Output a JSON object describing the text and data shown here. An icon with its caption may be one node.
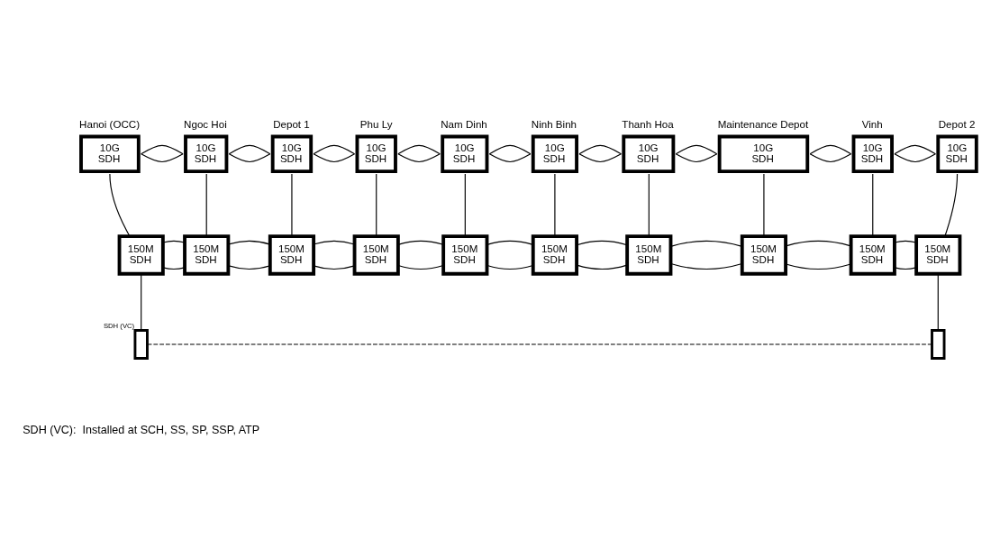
{
  "diagram": {
    "nodes": [
      {
        "text": [
          "Hanoi (OCC)",
          "10G SDH"
        ]
      },
      {
        "text": [
          "Ngoc Hoi",
          "10G SDH"
        ]
      },
      {
        "text": [
          "Depot 1",
          "10G SDH"
        ]
      },
      {
        "text": [
          "Phu Ly",
          "10G SDH"
        ]
      },
      {
        "text": [
          "Nam Dinh",
          "10G SDH"
        ]
      },
      {
        "text": [
          "Ninh Binh",
          "10G SDH"
        ]
      },
      {
        "text": [
          "Thanh Hoa",
          "10G SDH"
        ]
      },
      {
        "text": [
          "Maintenance Depot",
          "10G SDH"
        ]
      },
      {
        "text": [
          "Vinh",
          "10G SDH"
        ]
      },
      {
        "text": [
          "Depot 2",
          "10G SDH"
        ]
      },
      {
        "text": [
          "150M SDH"
        ]
      },
      {
        "text": [
          "150M SDH"
        ]
      },
      {
        "text": [
          "150M SDH"
        ]
      },
      {
        "text": [
          "150M SDH"
        ]
      },
      {
        "text": [
          "150M SDH"
        ]
      },
      {
        "text": [
          "150M SDH"
        ]
      },
      {
        "text": [
          "150M SDH"
        ]
      },
      {
        "text": [
          "150M SDH"
        ]
      },
      {
        "text": [
          "150M SDH"
        ]
      },
      {
        "text": [
          "150M SDH"
        ]
      },
      {
        "text": [],
        "shape": "box",
        "beside": [
          "SDH (VC)"
        ]
      },
      {
        "text": [],
        "shape": "box"
      }
    ],
    "edges": [
      {
        "from": 0,
        "to": 1,
        "arrow": "none"
      },
      {
        "from": 0,
        "to": 1,
        "arrow": "none"
      },
      {
        "from": 1,
        "to": 2,
        "arrow": "none"
      },
      {
        "from": 1,
        "to": 2,
        "arrow": "none"
      },
      {
        "from": 2,
        "to": 3,
        "arrow": "none"
      },
      {
        "from": 2,
        "to": 3,
        "arrow": "none"
      },
      {
        "from": 3,
        "to": 4,
        "arrow": "none"
      },
      {
        "from": 3,
        "to": 4,
        "arrow": "none"
      },
      {
        "from": 4,
        "to": 5,
        "arrow": "none"
      },
      {
        "from": 4,
        "to": 5,
        "arrow": "none"
      },
      {
        "from": 5,
        "to": 6,
        "arrow": "none"
      },
      {
        "from": 5,
        "to": 6,
        "arrow": "none"
      },
      {
        "from": 6,
        "to": 7,
        "arrow": "none"
      },
      {
        "from": 6,
        "to": 7,
        "arrow": "none"
      },
      {
        "from": 7,
        "to": 8,
        "arrow": "none"
      },
      {
        "from": 7,
        "to": 8,
        "arrow": "none"
      },
      {
        "from": 8,
        "to": 9,
        "arrow": "none"
      },
      {
        "from": 8,
        "to": 9,
        "arrow": "none"
      },
      {
        "from": 0,
        "to": 10,
        "arrow": "none"
      },
      {
        "from": 1,
        "to": 11,
        "arrow": "none"
      },
      {
        "from": 2,
        "to": 12,
        "arrow": "none"
      },
      {
        "from": 3,
        "to": 13,
        "arrow": "none"
      },
      {
        "from": 4,
        "to": 14,
        "arrow": "none"
      },
      {
        "from": 5,
        "to": 15,
        "arrow": "none"
      },
      {
        "from": 6,
        "to": 16,
        "arrow": "none"
      },
      {
        "from": 7,
        "to": 17,
        "arrow": "none"
      },
      {
        "from": 8,
        "to": 18,
        "arrow": "none"
      },
      {
        "from": 9,
        "to": 19,
        "arrow": "none"
      },
      {
        "from": 10,
        "to": 11,
        "arrow": "none"
      },
      {
        "from": 10,
        "to": 11,
        "arrow": "none"
      },
      {
        "from": 11,
        "to": 12,
        "arrow": "none"
      },
      {
        "from": 11,
        "to": 12,
        "arrow": "none"
      },
      {
        "from": 12,
        "to": 13,
        "arrow": "none"
      },
      {
        "from": 12,
        "to": 13,
        "arrow": "none"
      },
      {
        "from": 13,
        "to": 14,
        "arrow": "none"
      },
      {
        "from": 13,
        "to": 14,
        "arrow": "none"
      },
      {
        "from": 14,
        "to": 15,
        "arrow": "none"
      },
      {
        "from": 14,
        "to": 15,
        "arrow": "none"
      },
      {
        "from": 15,
        "to": 16,
        "arrow": "none"
      },
      {
        "from": 15,
        "to": 16,
        "arrow": "none"
      },
      {
        "from": 16,
        "to": 17,
        "arrow": "none"
      },
      {
        "from": 16,
        "to": 17,
        "arrow": "none"
      },
      {
        "from": 17,
        "to": 18,
        "arrow": "none"
      },
      {
        "from": 17,
        "to": 18,
        "arrow": "none"
      },
      {
        "from": 18,
        "to": 19,
        "arrow": "none"
      },
      {
        "from": 18,
        "to": 19,
        "arrow": "none"
      },
      {
        "from": 10,
        "to": 20,
        "arrow": "none"
      },
      {
        "from": 19,
        "to": 21,
        "arrow": "none"
      },
      {
        "from": 20,
        "to": 21,
        "arrow": "none",
        "style": "dashed"
      }
    ],
    "labels": [
      "SDH (VC):  Installed at SCH, SS, SP, SSP, ATP"
    ]
  }
}
